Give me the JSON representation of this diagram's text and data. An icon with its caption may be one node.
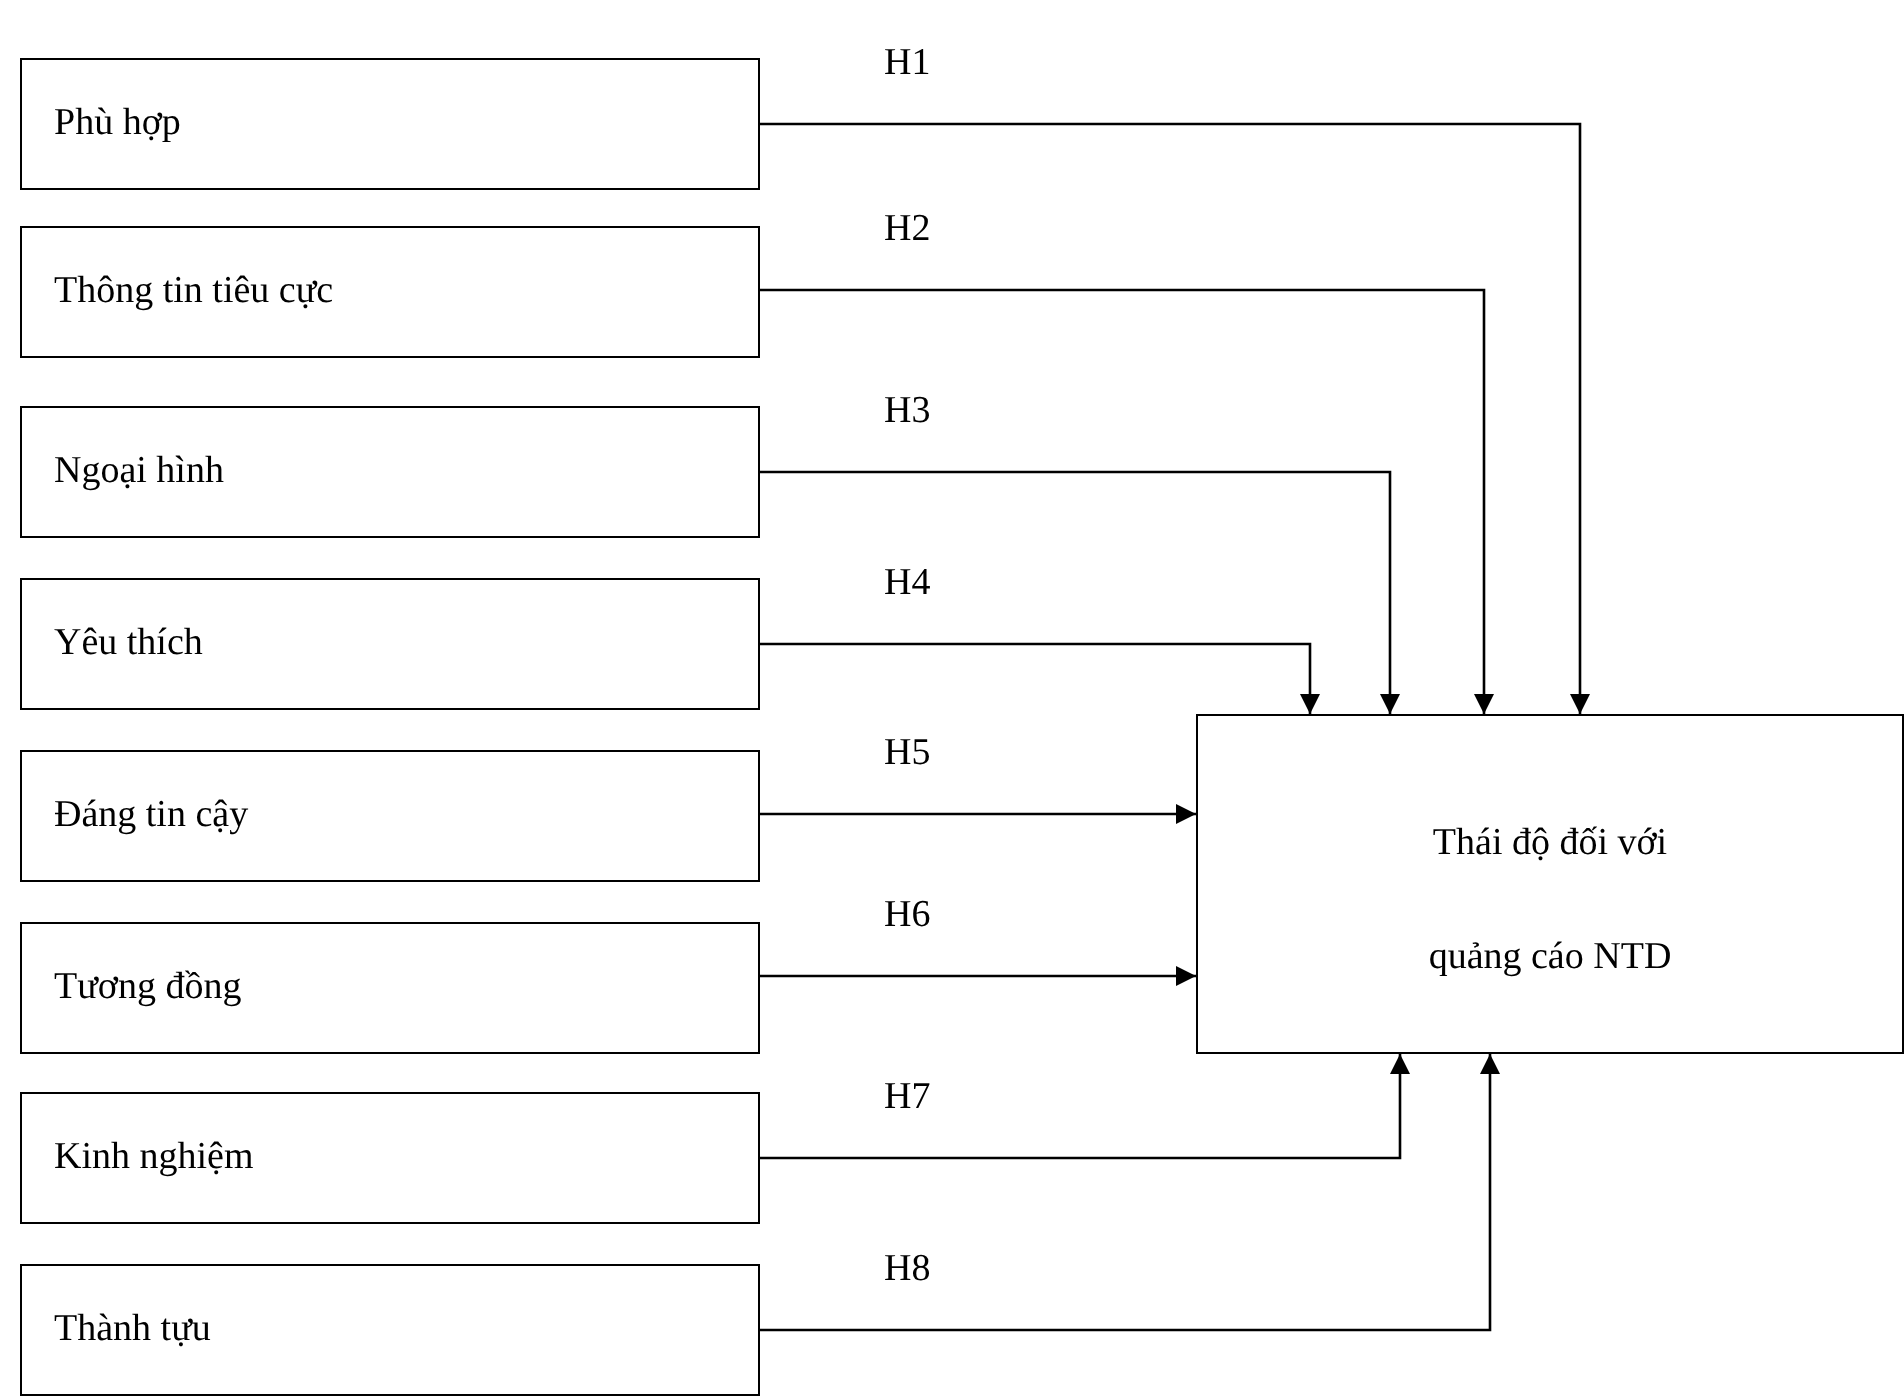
{
  "diagram": {
    "nodes": [
      {
        "text": [
          "Phù hợp"
        ]
      },
      {
        "text": [
          "Thông tin tiêu cực"
        ]
      },
      {
        "text": [
          "Ngoại hình"
        ]
      },
      {
        "text": [
          "Yêu thích"
        ]
      },
      {
        "text": [
          "Đáng tin cậy"
        ]
      },
      {
        "text": [
          "Tương đồng"
        ]
      },
      {
        "text": [
          "Kinh nghiệm"
        ]
      },
      {
        "text": [
          "Thành tựu"
        ]
      },
      {
        "text": [
          "Thái độ đối với quảng cáo NTD"
        ]
      }
    ],
    "edges": [
      {
        "from": 0,
        "to": 8,
        "arrow": "to",
        "label": "H1"
      },
      {
        "from": 1,
        "to": 8,
        "arrow": "to",
        "label": "H2"
      },
      {
        "from": 2,
        "to": 8,
        "arrow": "to",
        "label": "H3"
      },
      {
        "from": 3,
        "to": 8,
        "arrow": "to",
        "label": "H4"
      },
      {
        "from": 4,
        "to": 8,
        "arrow": "to",
        "label": "H5"
      },
      {
        "from": 5,
        "to": 8,
        "arrow": "to",
        "label": "H6"
      },
      {
        "from": 6,
        "to": 8,
        "arrow": "to",
        "label": "H7"
      },
      {
        "from": 7,
        "to": 8,
        "arrow": "to",
        "label": "H8"
      }
    ]
  }
}
